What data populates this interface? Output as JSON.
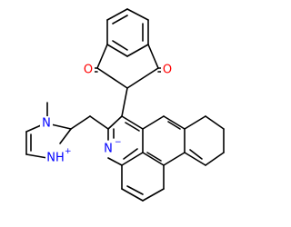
{
  "structure": {
    "atoms": {
      "o_top_left": {
        "symbol": "O",
        "charge": "",
        "color": "#ff0000"
      },
      "o_top_right": {
        "symbol": "O",
        "charge": "",
        "color": "#ff0000"
      },
      "n_methyl": {
        "symbol": "N",
        "charge": "",
        "color": "#0000ff"
      },
      "nh_imidazolium": {
        "symbol": "NH",
        "charge": "+",
        "color": "#0000ff"
      },
      "n_ring_anion": {
        "symbol": "N",
        "charge": "−",
        "color": "#0000ff"
      }
    },
    "bond_color": "#000000"
  }
}
